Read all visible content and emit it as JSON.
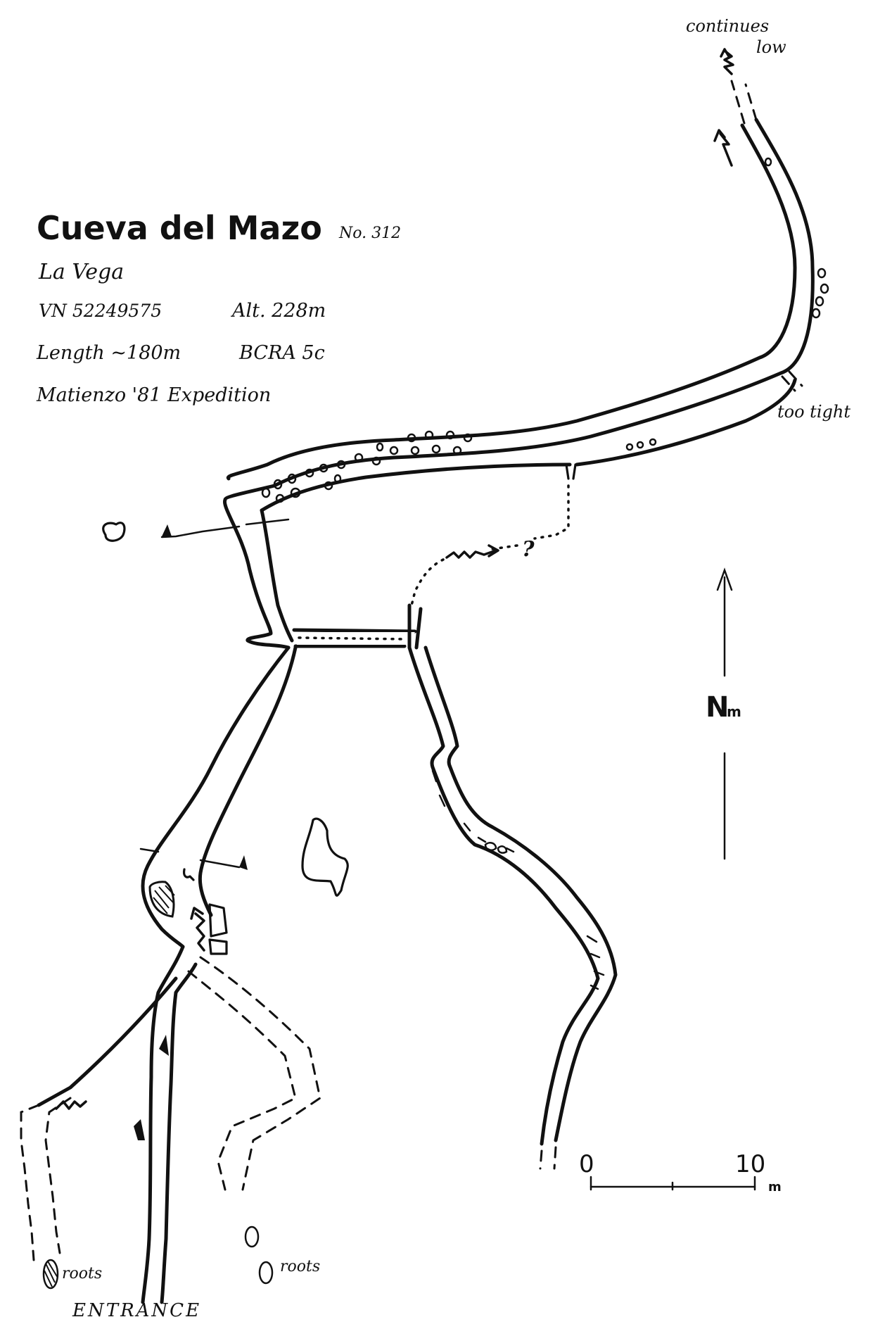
{
  "title": {
    "name": "Cueva del Mazo",
    "number": "No. 312"
  },
  "info": {
    "location": "La Vega",
    "grid_ref": "VN 52249575",
    "altitude": "Alt. 228m",
    "length": "Length ~180m",
    "grade": "BCRA 5c",
    "expedition": "Matienzo '81 Expedition"
  },
  "labels": {
    "continues_line1": "continues",
    "continues_line2": "low",
    "too_tight": "too tight",
    "question_mark": "?",
    "entrance": "ENTRANCE",
    "roots_left": "roots",
    "roots_right": "roots"
  },
  "north_arrow": {
    "label": "N",
    "sub": "m"
  },
  "scale_bar": {
    "start": "0",
    "end": "10",
    "unit": "m"
  }
}
